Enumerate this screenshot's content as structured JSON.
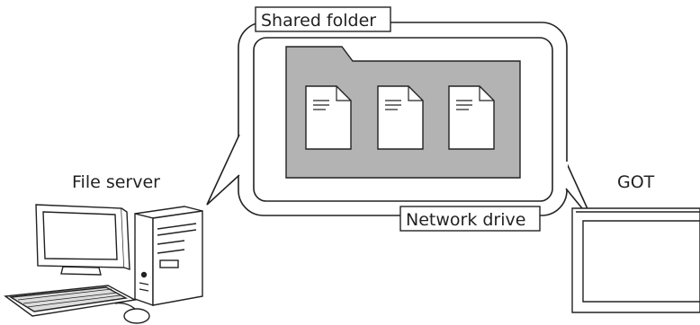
{
  "labels": {
    "shared_folder": "Shared folder",
    "network_drive": "Network drive",
    "file_server": "File server",
    "got": "GOT"
  },
  "icons": {
    "computer": "file-server-computer-icon",
    "document": "document-icon",
    "folder": "folder-icon",
    "got": "got-panel-icon"
  },
  "colors": {
    "folder_fill": "#b3b3b3",
    "line": "#222222",
    "paper": "#ffffff"
  }
}
